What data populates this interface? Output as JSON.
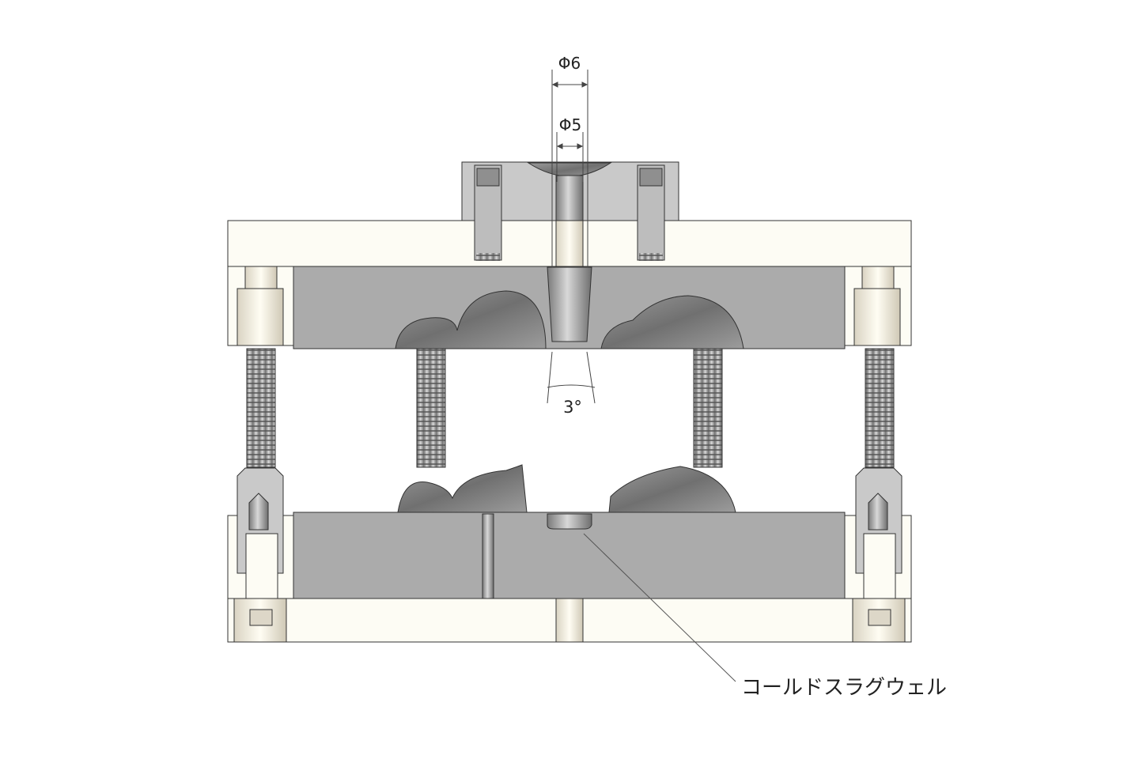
{
  "diagram": {
    "dimensions": {
      "outer_diameter": "Φ6",
      "inner_diameter": "Φ5",
      "draft_angle": "3°"
    },
    "callout": "コールドスラグウェル",
    "colors": {
      "plate_cream": "#fdfcf4",
      "steel_gray": "#ababab",
      "light_gray": "#c9c9c9",
      "outline": "#333333"
    }
  }
}
